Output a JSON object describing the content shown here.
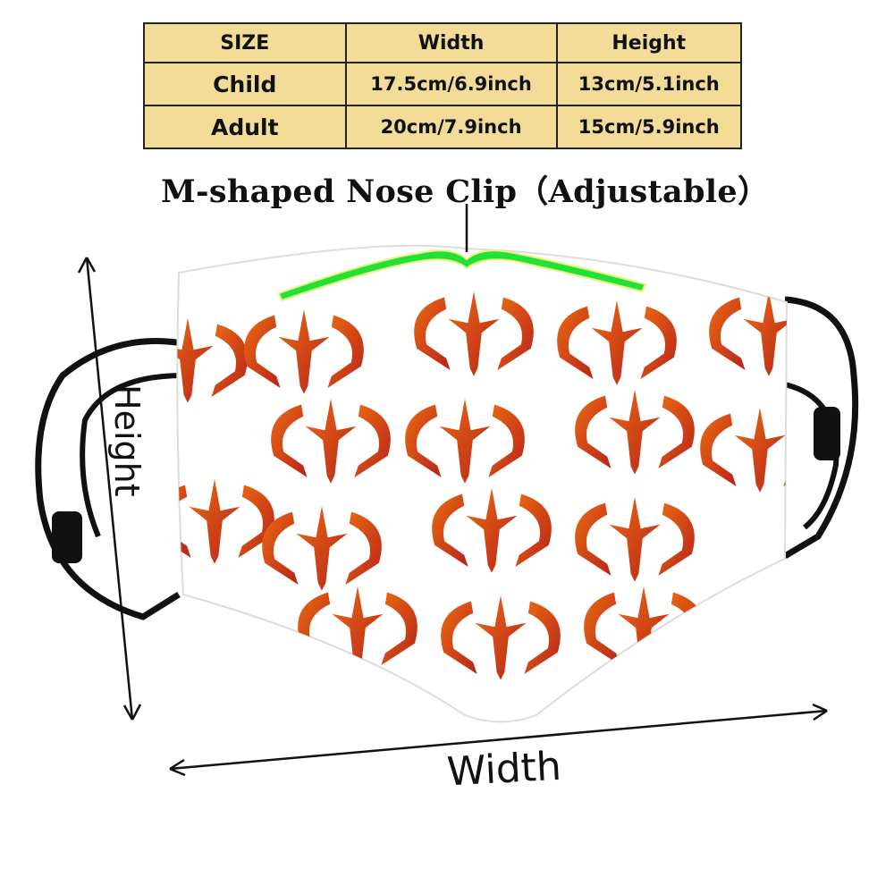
{
  "size_table": {
    "headers": [
      "SIZE",
      "Width",
      "Height"
    ],
    "rows": [
      [
        "Child",
        "17.5cm/6.9inch",
        "13cm/5.1inch"
      ],
      [
        "Adult",
        "20cm/7.9inch",
        "15cm/5.9inch"
      ]
    ]
  },
  "nose_clip_title": "M-shaped Nose Clip（Adjustable）",
  "dimension_labels": {
    "height": "Height",
    "width": "Width"
  },
  "colors": {
    "table_fill": "#f2dc98",
    "nose_clip": "#22e03a",
    "pattern_light": "#ea6a12",
    "pattern_dark": "#b8231a",
    "ear_loop": "#111111"
  }
}
